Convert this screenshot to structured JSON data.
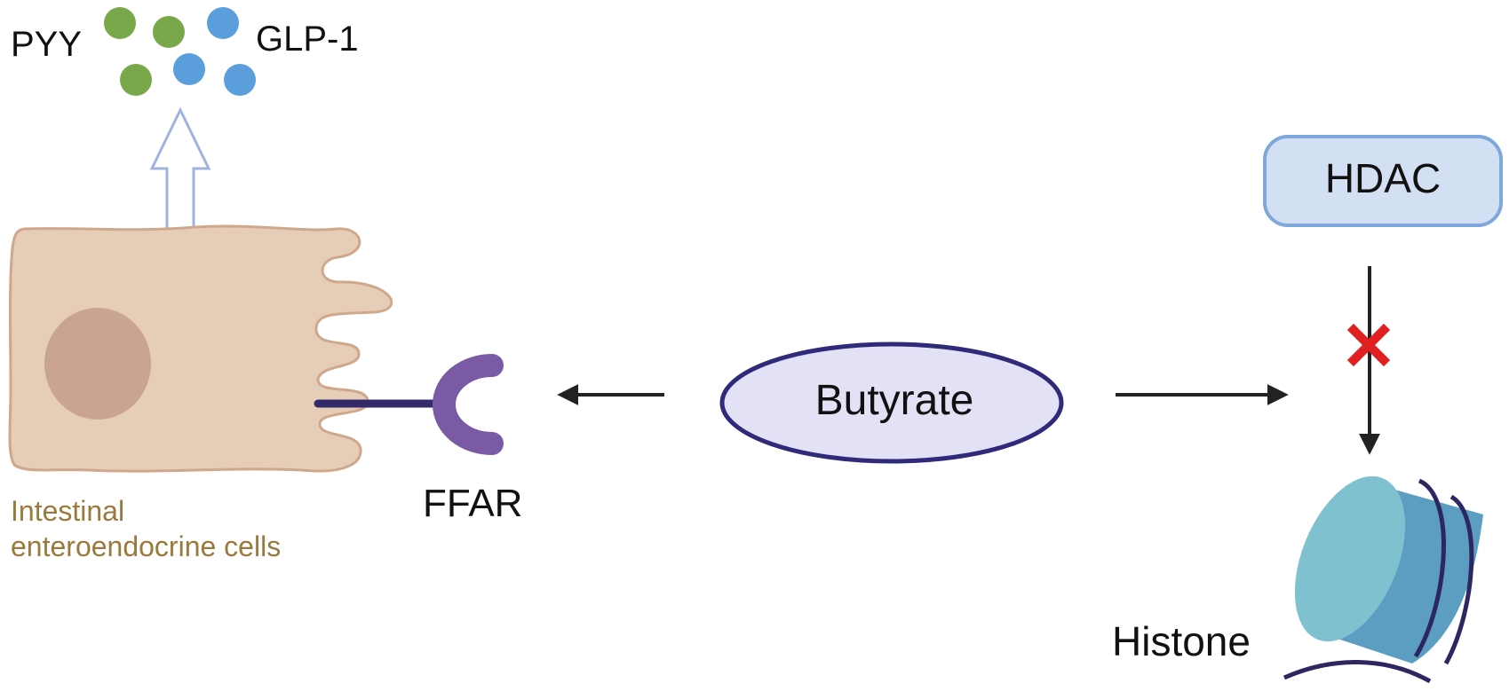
{
  "labels": {
    "pyy": "PYY",
    "glp1": "GLP-1",
    "cell_type": "Intestinal\nenteroendocrine cells",
    "receptor": "FFAR",
    "center": "Butyrate",
    "enzyme": "HDAC",
    "target": "Histone"
  },
  "colors": {
    "pyy_granule": "#78a84a",
    "glp1_granule": "#5a9fdc",
    "cell_fill": "#e5cdb8",
    "cell_stroke": "#cfa88c",
    "nucleus": "#c9a490",
    "receptor": "#7a5aa4",
    "butyrate_fill": "#e3e1f5",
    "butyrate_stroke": "#2f2a7a",
    "hdac_fill": "#d3dff2",
    "hdac_stroke": "#7ea7dc",
    "inhibition_mark": "#e02020",
    "histone_light": "#7fc1cf",
    "histone_dark": "#5b9ec2",
    "dna": "#2c2760",
    "cell_label": "#9a7a3c"
  },
  "icons": {
    "release_arrow": "hollow-up-arrow-icon",
    "inhibition": "red-x-icon",
    "histone": "nucleosome-icon",
    "receptor": "receptor-icon"
  }
}
